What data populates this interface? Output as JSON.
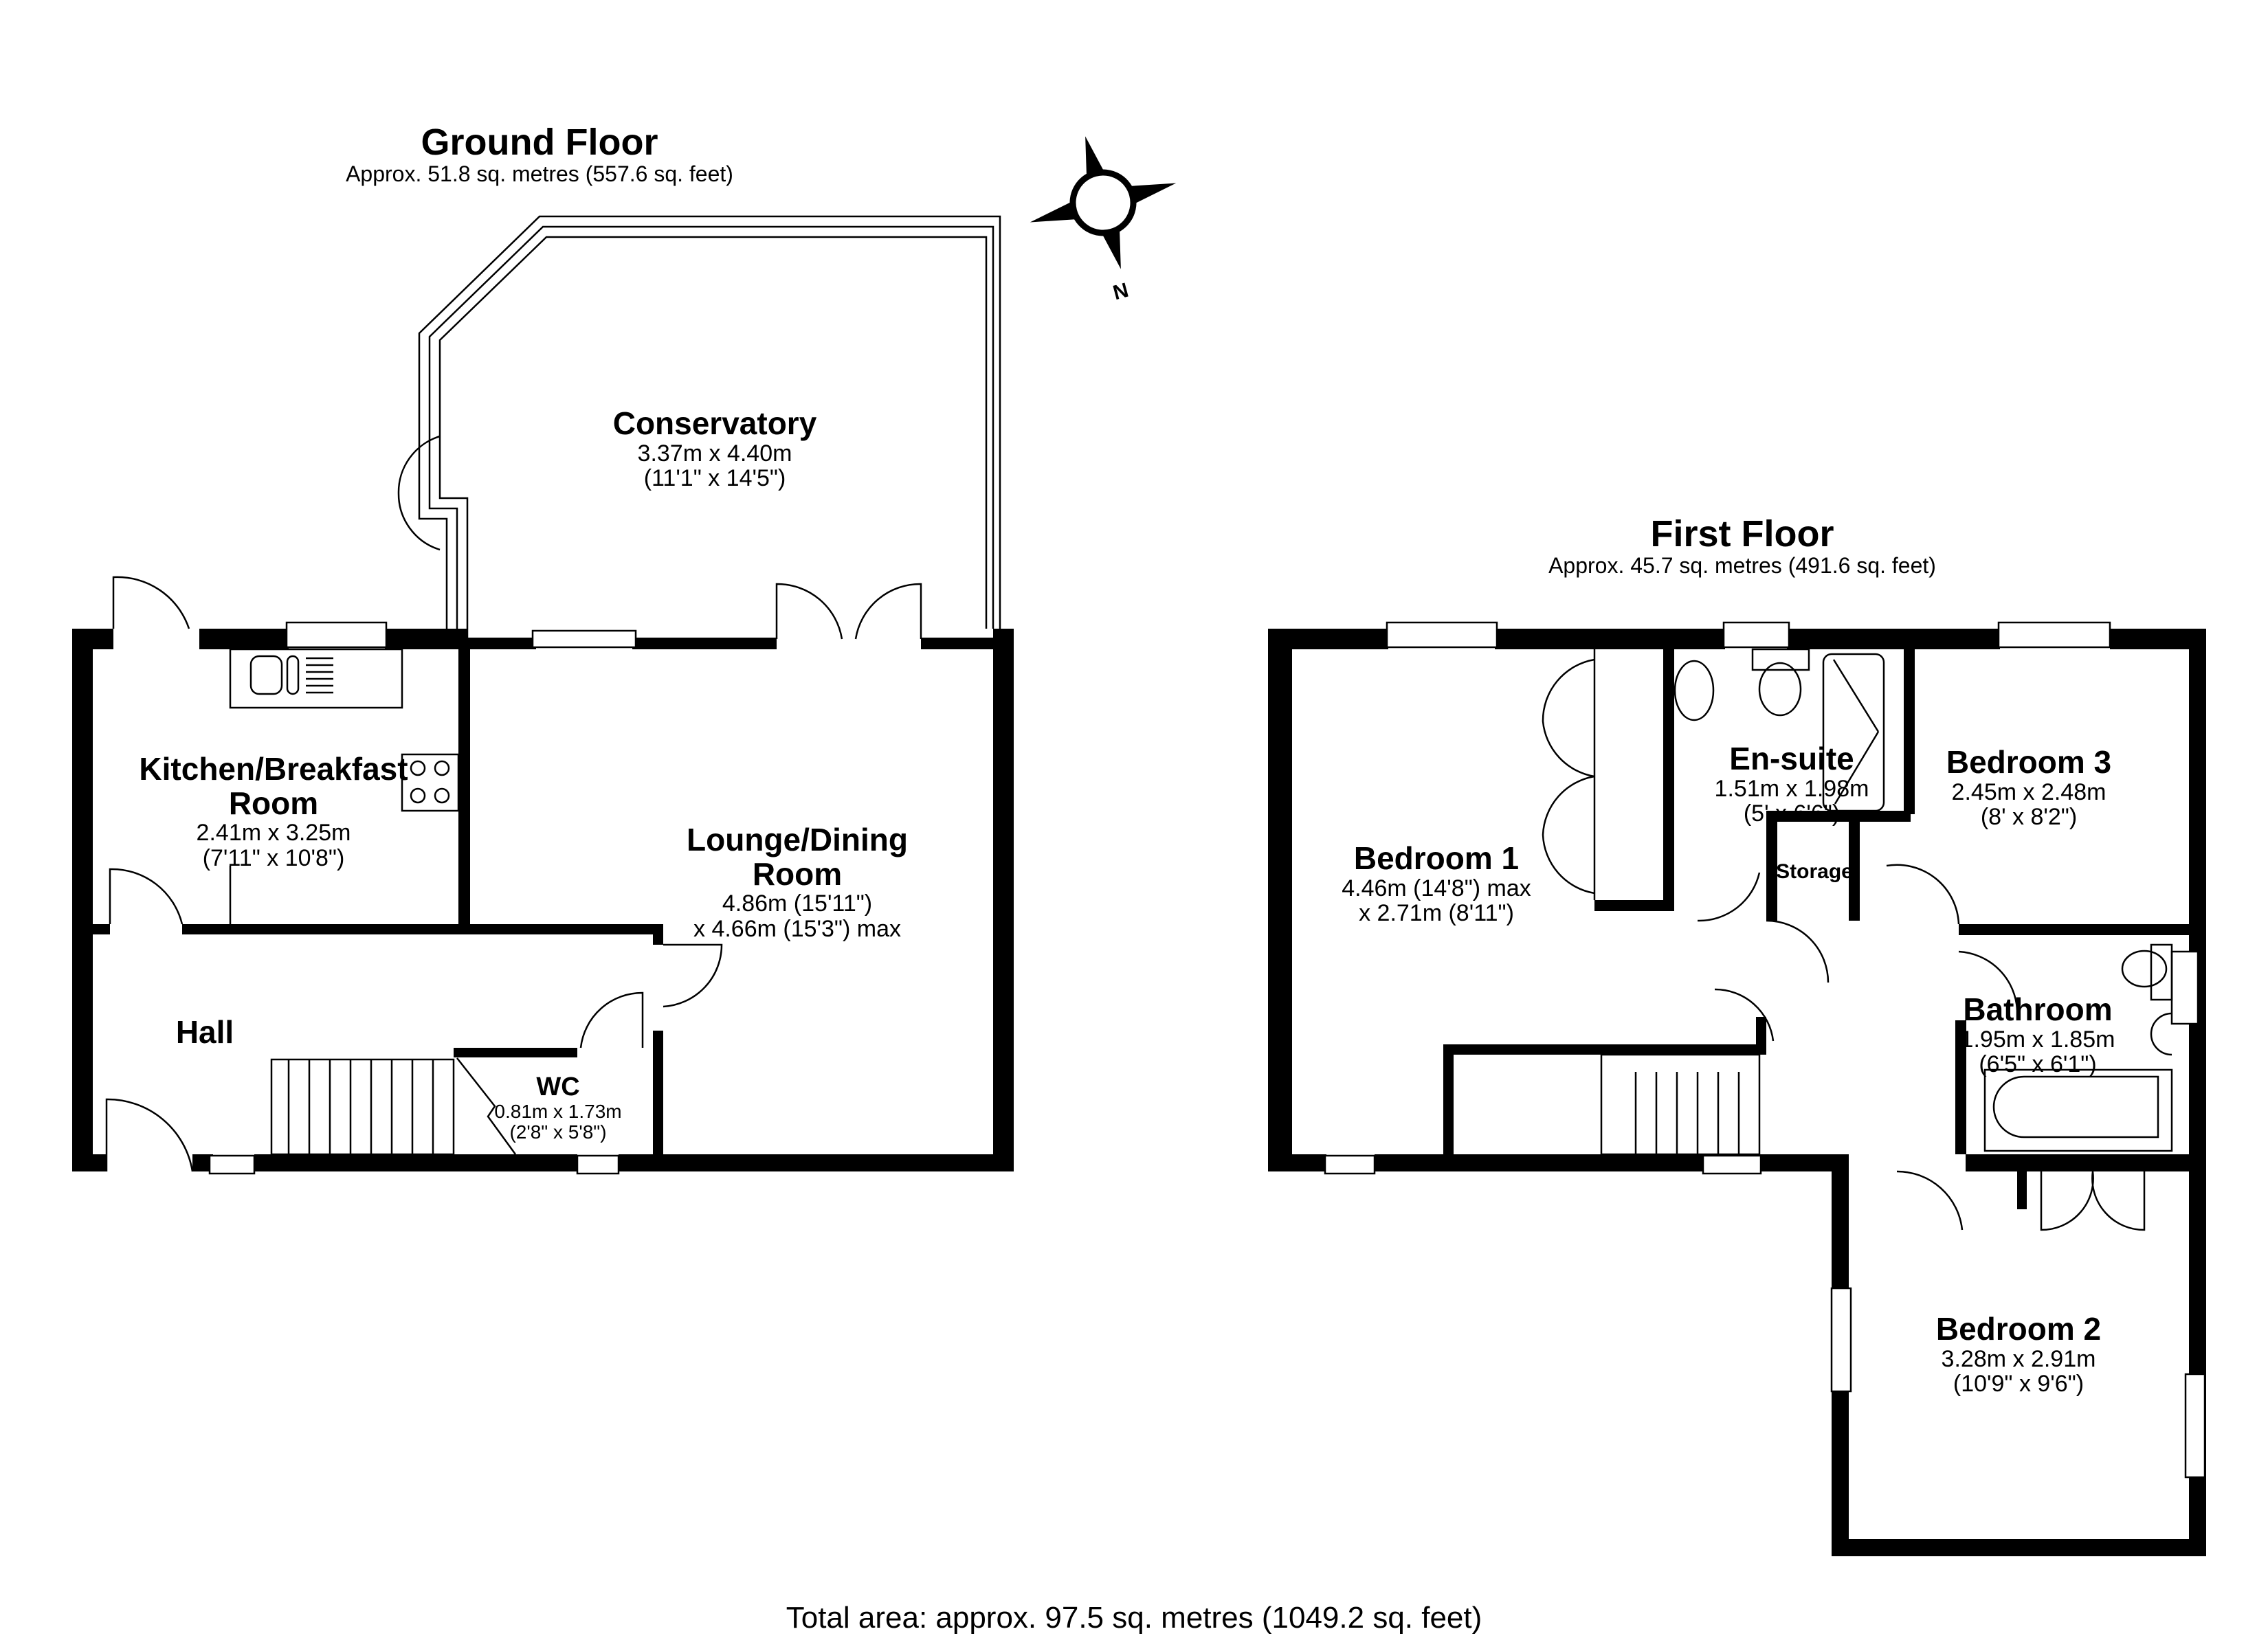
{
  "ground_floor": {
    "title": "Ground Floor",
    "area": "Approx. 51.8 sq. metres (557.6 sq. feet)",
    "rooms": [
      {
        "name": "Conservatory",
        "dim1": "3.37m x 4.40m",
        "dim2": "(11'1\" x 14'5\")"
      },
      {
        "name_line1": "Kitchen/Breakfast",
        "name_line2": "Room",
        "dim1": "2.41m x 3.25m",
        "dim2": "(7'11\" x 10'8\")"
      },
      {
        "name_line1": "Lounge/Dining",
        "name_line2": "Room",
        "dim1": "4.86m (15'11\")",
        "dim2": "x 4.66m (15'3\") max"
      },
      {
        "name": "Hall"
      },
      {
        "name": "WC",
        "dim1": "0.81m x 1.73m",
        "dim2": "(2'8\" x 5'8\")"
      }
    ]
  },
  "first_floor": {
    "title": "First Floor",
    "area": "Approx. 45.7 sq. metres (491.6 sq. feet)",
    "rooms": [
      {
        "name": "Bedroom 1",
        "dim1": "4.46m (14'8\") max",
        "dim2": "x 2.71m (8'11\")"
      },
      {
        "name": "En-suite",
        "dim1": "1.51m x 1.98m",
        "dim2": "(5' x 6'6\")"
      },
      {
        "name": "Bedroom 3",
        "dim1": "2.45m x 2.48m",
        "dim2": "(8' x 8'2\")"
      },
      {
        "name": "Storage"
      },
      {
        "name": "Bathroom",
        "dim1": "1.95m x 1.85m",
        "dim2": "(6'5\" x 6'1\")"
      },
      {
        "name": "Bedroom 2",
        "dim1": "3.28m x 2.91m",
        "dim2": "(10'9\" x 9'6\")"
      }
    ]
  },
  "compass": {
    "icon": "compass-rose-icon",
    "label": "N"
  },
  "total_area": "Total area: approx. 97.5 sq. metres (1049.2 sq. feet)",
  "colors": {
    "wall": "#000000",
    "background": "#ffffff"
  }
}
